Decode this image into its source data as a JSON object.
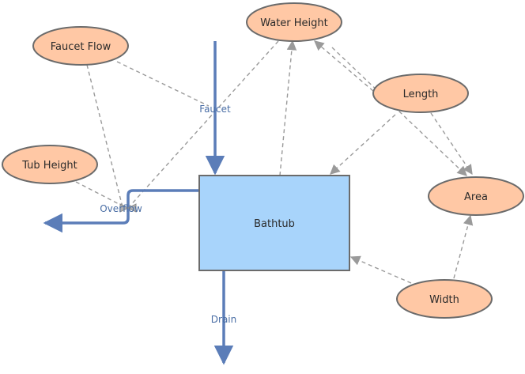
{
  "diagram": {
    "colors": {
      "ellipse_fill": "#ffc8a5",
      "ellipse_stroke": "#6b6b6b",
      "stock_fill": "#a8d4fb",
      "stock_stroke": "#6b6b6b",
      "flow": "#5b7db8",
      "link": "#9a9a9a"
    },
    "nodes": {
      "faucet_flow": "Faucet Flow",
      "water_height": "Water Height",
      "tub_height": "Tub Height",
      "length": "Length",
      "area": "Area",
      "width": "Width",
      "bathtub": "Bathtub"
    },
    "flows": {
      "faucet": "Faucet",
      "overflow": "Overflow",
      "drain": "Drain"
    }
  }
}
